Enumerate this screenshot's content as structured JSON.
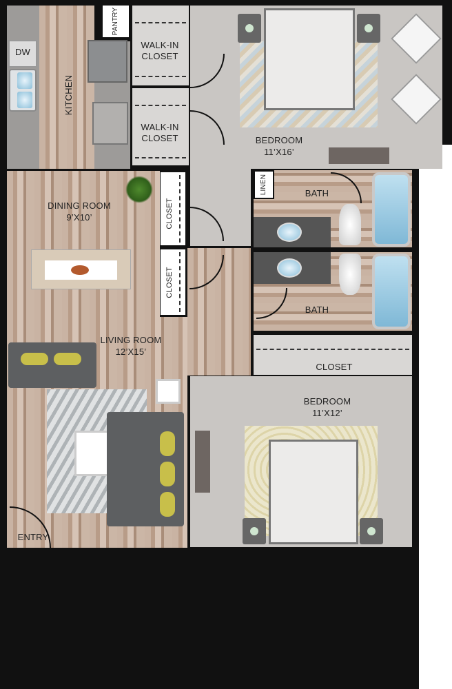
{
  "floorplan": {
    "kitchen": {
      "label": "KITCHEN",
      "dishwasher": "DW",
      "pantry": "PANTRY"
    },
    "walkin_closet_1": {
      "label": "WALK-IN\nCLOSET"
    },
    "walkin_closet_2": {
      "label": "WALK-IN\nCLOSET"
    },
    "bedroom_1": {
      "label": "BEDROOM",
      "size": "11’X16’"
    },
    "linen": {
      "label": "LINEN"
    },
    "bath_1": {
      "label": "BATH"
    },
    "bath_2": {
      "label": "BATH"
    },
    "dining_room": {
      "label": "DINING ROOM",
      "size": "9’X10’"
    },
    "closet_1": {
      "label": "CLOSET"
    },
    "closet_2": {
      "label": "CLOSET"
    },
    "living_room": {
      "label": "LIVING ROOM",
      "size": "12’X15’"
    },
    "closet_3": {
      "label": "CLOSET"
    },
    "bedroom_2": {
      "label": "BEDROOM",
      "size": "11’X12’"
    },
    "entry": {
      "label": "ENTRY"
    }
  },
  "colors": {
    "wall": "#111111",
    "carpet": "#c9c6c3",
    "wood": "#c9b3a3",
    "accent": "#c8bf4a"
  }
}
